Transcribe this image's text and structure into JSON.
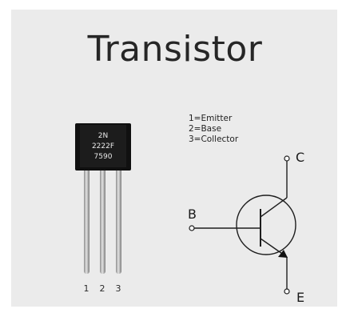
{
  "title": "Transistor",
  "package": {
    "line1": "2N",
    "line2": "2222F",
    "line3": "7590",
    "pins": [
      "1",
      "2",
      "3"
    ]
  },
  "legend": [
    "1=Emitter",
    "2=Base",
    "3=Collector"
  ],
  "symbol": {
    "collector": "C",
    "base": "B",
    "emitter": "E"
  }
}
